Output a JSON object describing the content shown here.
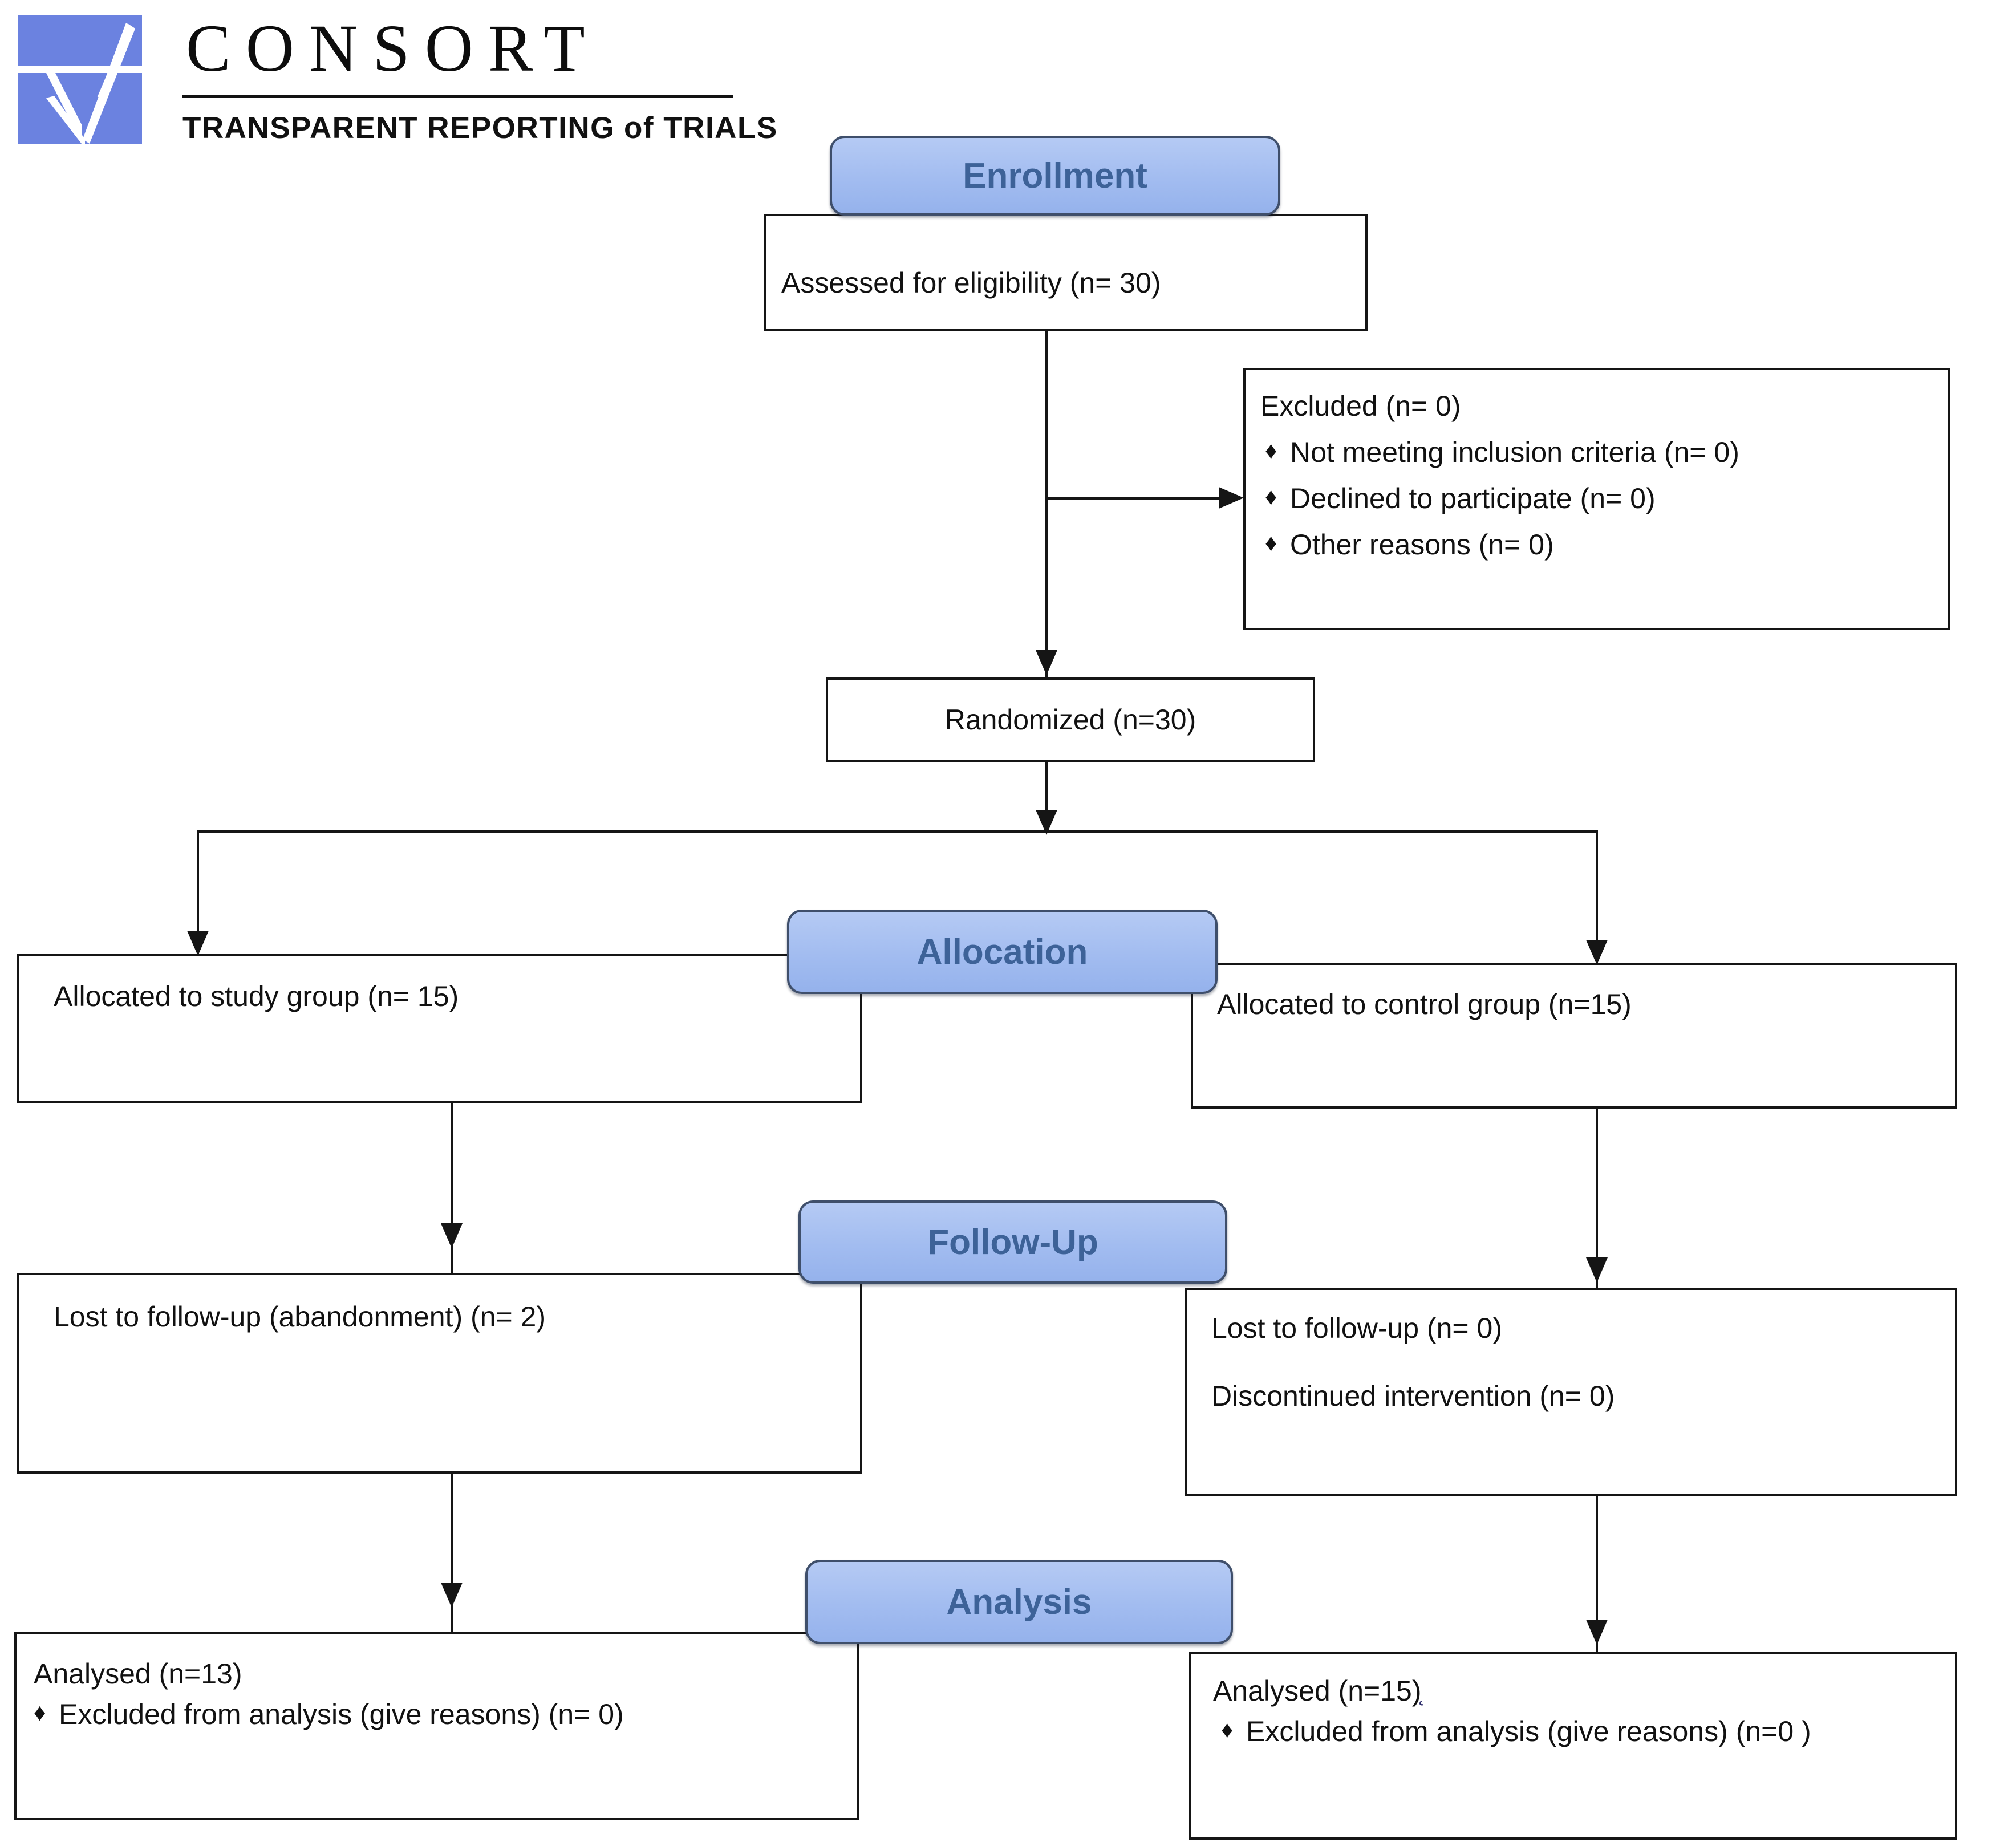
{
  "logo": {
    "wordmark": "CONSORT",
    "tagline_pre": "TRANSPARENT REPORTING ",
    "tagline_of": "of",
    "tagline_post": " TRIALS",
    "mark_color": "#6b82e0"
  },
  "colors": {
    "banner_fill": "#a8c0ef",
    "banner_text": "#3d6298",
    "banner_border": "#3f4f6b",
    "box_border": "#151515",
    "box_fill": "#ffffff",
    "line": "#151515"
  },
  "stages": {
    "enrollment": "Enrollment",
    "allocation": "Allocation",
    "followup": "Follow-Up",
    "analysis": "Analysis"
  },
  "nodes": {
    "eligibility": {
      "text": "Assessed for eligibility (n= 30)"
    },
    "excluded": {
      "title": "Excluded (n= 0)",
      "bullet_glyph": "♦",
      "items": [
        "Not meeting inclusion criteria (n=  0)",
        "Declined to participate (n=  0)",
        "Other reasons (n=  0)"
      ]
    },
    "randomized": {
      "text": "Randomized (n=30)"
    },
    "allocated_study": {
      "text": "Allocated to study group (n= 15)"
    },
    "allocated_control": {
      "text": "Allocated to control group (n=15)"
    },
    "followup_study": {
      "line1": "Lost to follow-up (abandonment) (n= 2)"
    },
    "followup_control": {
      "line1": "Lost to follow-up (n= 0)",
      "line2": "Discontinued intervention (n= 0)"
    },
    "analysis_study": {
      "title": "Analysed (n=13)",
      "bullet_glyph": "♦",
      "items": [
        "Excluded from analysis (give reasons) (n= 0)"
      ]
    },
    "analysis_control": {
      "title": "Analysed (n=15)",
      "title_artifact": "̨",
      "bullet_glyph": "♦",
      "items": [
        "Excluded from analysis (give reasons) (n=0 )"
      ]
    }
  },
  "chart_data": {
    "type": "diagram",
    "title": "CONSORT 2010 Flow Diagram",
    "flow": [
      {
        "stage": "Enrollment",
        "node": "Assessed for eligibility",
        "n": 30
      },
      {
        "stage": "Enrollment",
        "node": "Excluded",
        "n": 0
      },
      {
        "stage": "Enrollment",
        "node": "Not meeting inclusion criteria",
        "n": 0
      },
      {
        "stage": "Enrollment",
        "node": "Declined to participate",
        "n": 0
      },
      {
        "stage": "Enrollment",
        "node": "Other reasons",
        "n": 0
      },
      {
        "stage": "Enrollment",
        "node": "Randomized",
        "n": 30
      },
      {
        "stage": "Allocation",
        "arm": "study",
        "node": "Allocated to study group",
        "n": 15
      },
      {
        "stage": "Allocation",
        "arm": "control",
        "node": "Allocated to control group",
        "n": 15
      },
      {
        "stage": "Follow-Up",
        "arm": "study",
        "node": "Lost to follow-up (abandonment)",
        "n": 2
      },
      {
        "stage": "Follow-Up",
        "arm": "control",
        "node": "Lost to follow-up",
        "n": 0
      },
      {
        "stage": "Follow-Up",
        "arm": "control",
        "node": "Discontinued intervention",
        "n": 0
      },
      {
        "stage": "Analysis",
        "arm": "study",
        "node": "Analysed",
        "n": 13
      },
      {
        "stage": "Analysis",
        "arm": "study",
        "node": "Excluded from analysis (give reasons)",
        "n": 0
      },
      {
        "stage": "Analysis",
        "arm": "control",
        "node": "Analysed",
        "n": 15
      },
      {
        "stage": "Analysis",
        "arm": "control",
        "node": "Excluded from analysis (give reasons)",
        "n": 0
      }
    ]
  }
}
